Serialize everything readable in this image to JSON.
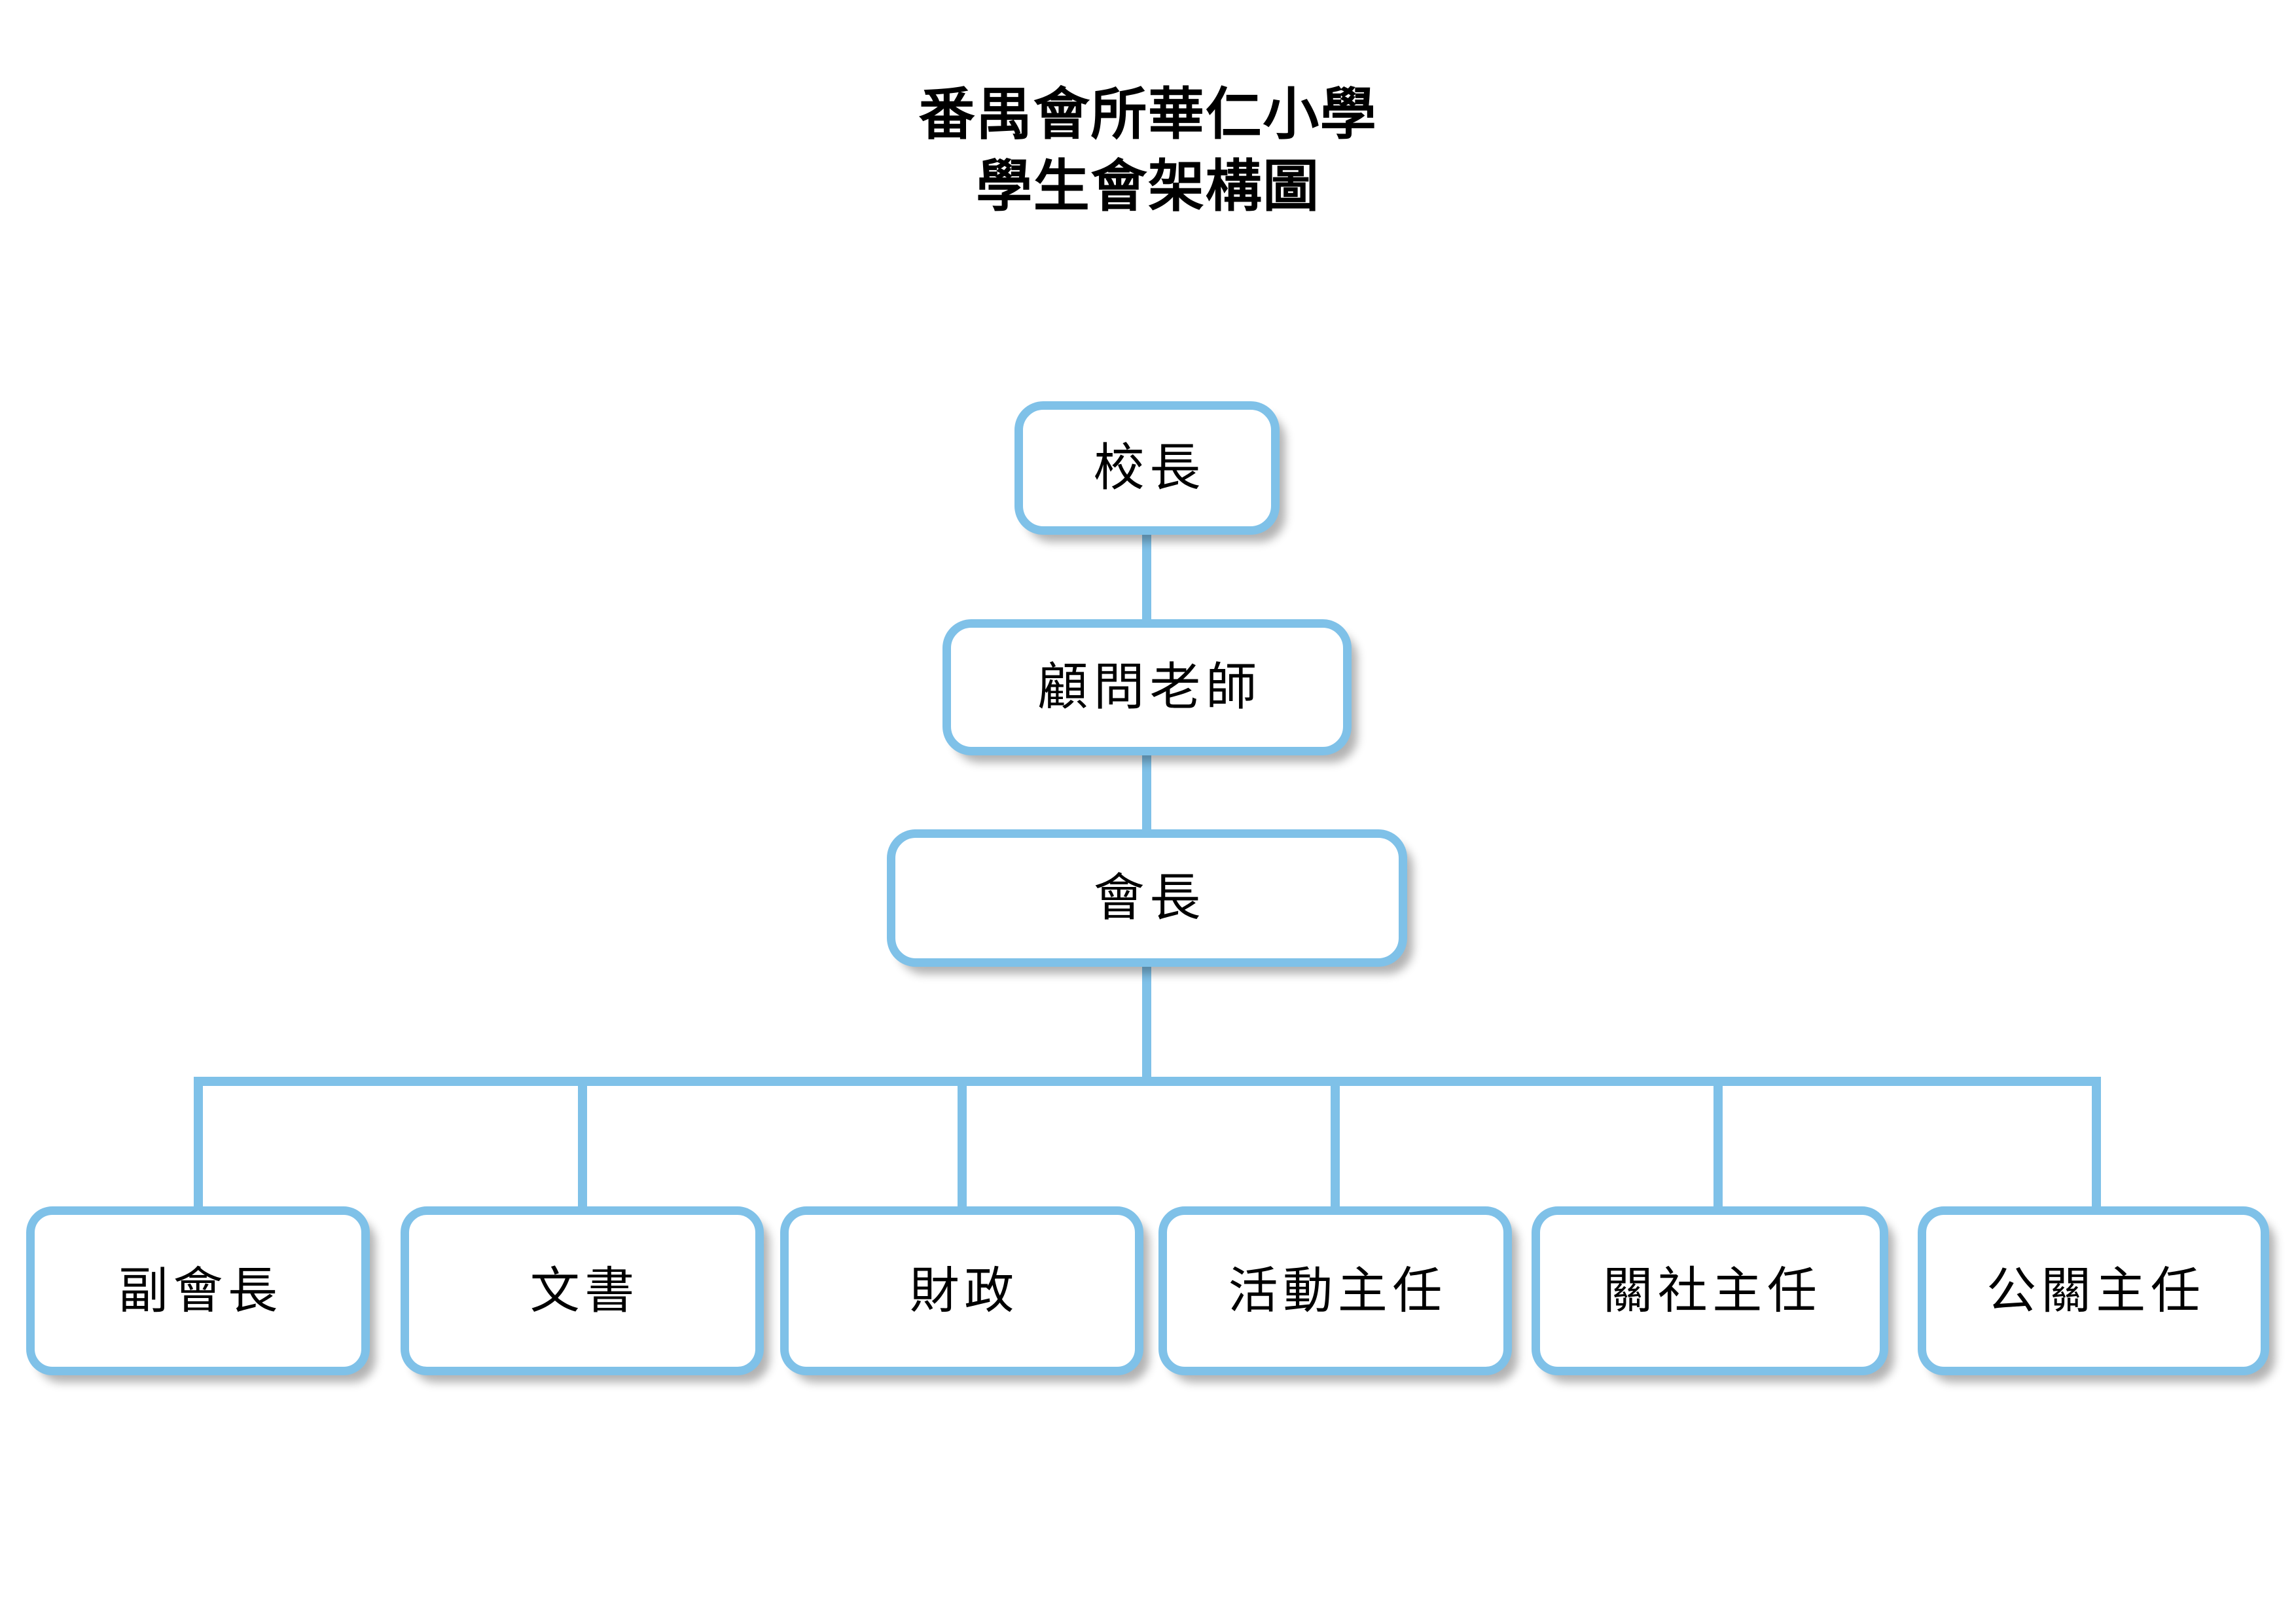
{
  "title": {
    "line1": "番禺會所華仁小學",
    "line2": "學生會架構圖"
  },
  "colors": {
    "node_border": "#7FC1E8",
    "connector": "#7FC1E8",
    "node_fill": "#FFFFFF",
    "text": "#000000",
    "background": "#FFFFFF"
  },
  "chart_data": {
    "type": "diagram",
    "diagram_kind": "organization-chart",
    "title": "番禺會所華仁小學 學生會架構圖",
    "nodes": [
      {
        "id": "principal",
        "label": "校長",
        "level": 0
      },
      {
        "id": "advisor",
        "label": "顧問老師",
        "level": 1
      },
      {
        "id": "president",
        "label": "會長",
        "level": 2
      },
      {
        "id": "vice",
        "label": "副會長",
        "level": 3
      },
      {
        "id": "secretary",
        "label": "文書",
        "level": 3
      },
      {
        "id": "treasurer",
        "label": "財政",
        "level": 3
      },
      {
        "id": "activities",
        "label": "活動主任",
        "level": 3
      },
      {
        "id": "social",
        "label": "關社主任",
        "level": 3
      },
      {
        "id": "pr",
        "label": "公關主任",
        "level": 3
      }
    ],
    "edges": [
      {
        "from": "principal",
        "to": "advisor"
      },
      {
        "from": "advisor",
        "to": "president"
      },
      {
        "from": "president",
        "to": "vice"
      },
      {
        "from": "president",
        "to": "secretary"
      },
      {
        "from": "president",
        "to": "treasurer"
      },
      {
        "from": "president",
        "to": "activities"
      },
      {
        "from": "president",
        "to": "social"
      },
      {
        "from": "president",
        "to": "pr"
      }
    ]
  },
  "nodes": {
    "principal": {
      "label": "校長"
    },
    "advisor": {
      "label": "顧問老師"
    },
    "president": {
      "label": "會長"
    },
    "vice": {
      "label": "副會長"
    },
    "secretary": {
      "label": "文書"
    },
    "treasurer": {
      "label": "財政"
    },
    "activities": {
      "label": "活動主任"
    },
    "social": {
      "label": "關社主任"
    },
    "pr": {
      "label": "公關主任"
    }
  }
}
